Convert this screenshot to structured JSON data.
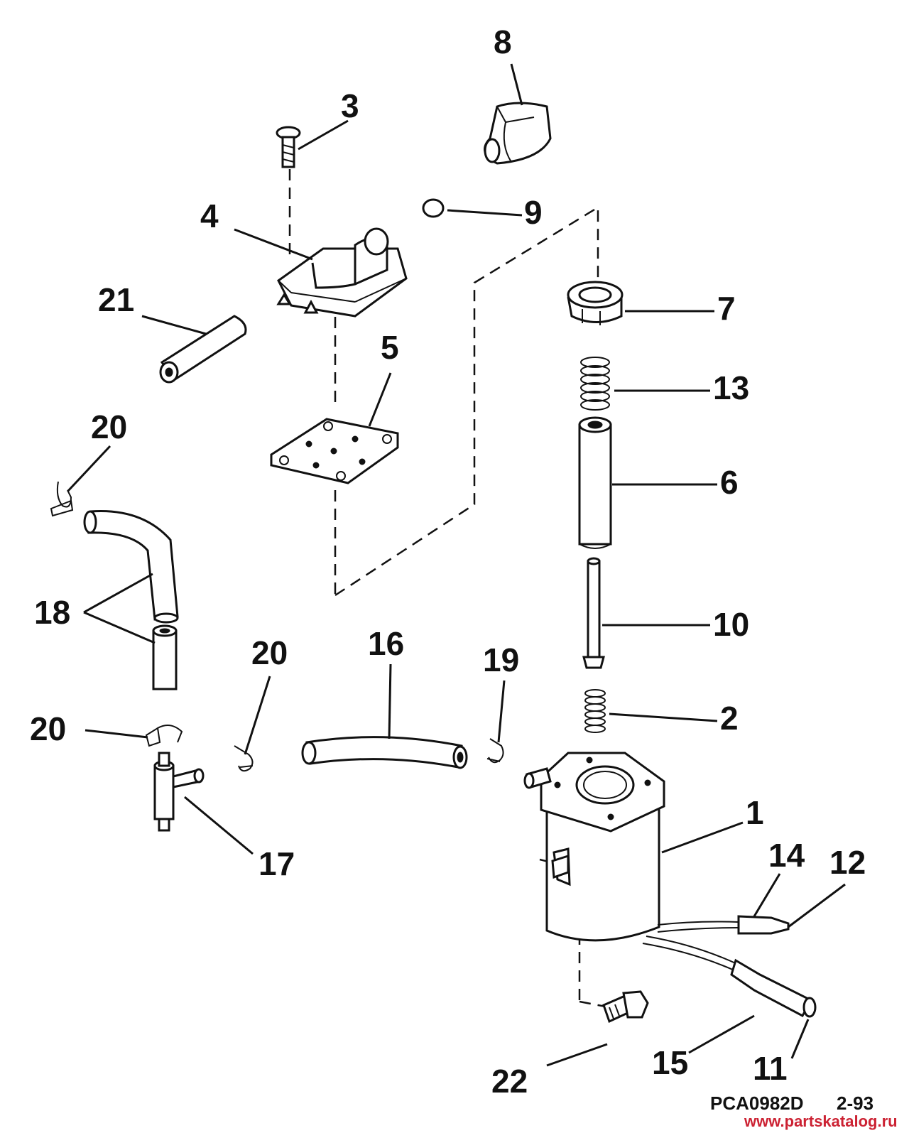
{
  "callouts": {
    "c1": "1",
    "c2": "2",
    "c3": "3",
    "c4": "4",
    "c5": "5",
    "c6": "6",
    "c7": "7",
    "c8": "8",
    "c9": "9",
    "c10": "10",
    "c11": "11",
    "c12": "12",
    "c13": "13",
    "c14": "14",
    "c15": "15",
    "c16": "16",
    "c17": "17",
    "c18": "18",
    "c19": "19",
    "c20a": "20",
    "c20b": "20",
    "c20c": "20",
    "c21": "21",
    "c22": "22"
  },
  "footer": {
    "code": "PCA0982D",
    "date": "2-93"
  },
  "watermark": "www.partskatalog.ru"
}
